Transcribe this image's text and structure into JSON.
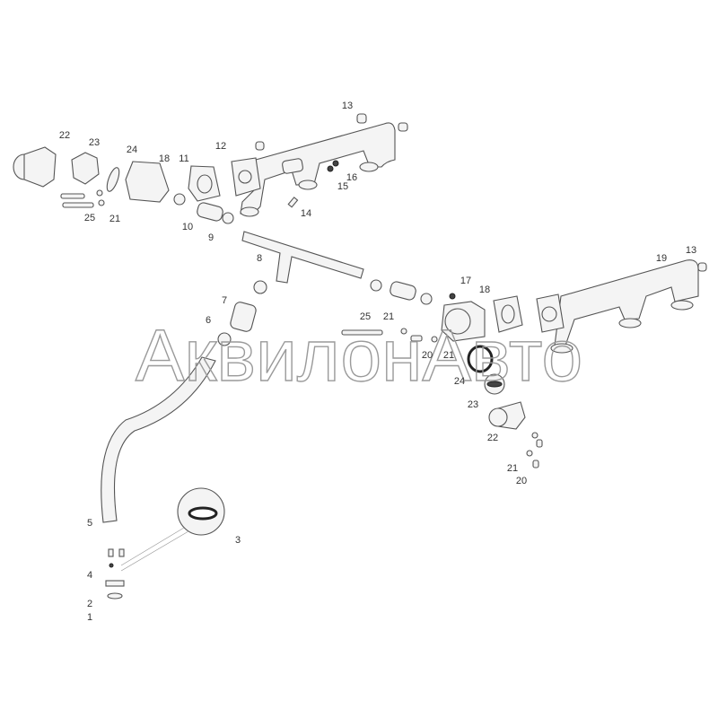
{
  "watermark": "АквилонАвто",
  "labels": [
    "13",
    "22",
    "23",
    "24",
    "18",
    "11",
    "12",
    "16",
    "15",
    "14",
    "25",
    "21",
    "10",
    "9",
    "8",
    "7",
    "6",
    "17",
    "18",
    "25",
    "21",
    "20",
    "21",
    "24",
    "23",
    "22",
    "21",
    "20",
    "19",
    "13",
    "5",
    "3",
    "4",
    "2",
    "1"
  ]
}
